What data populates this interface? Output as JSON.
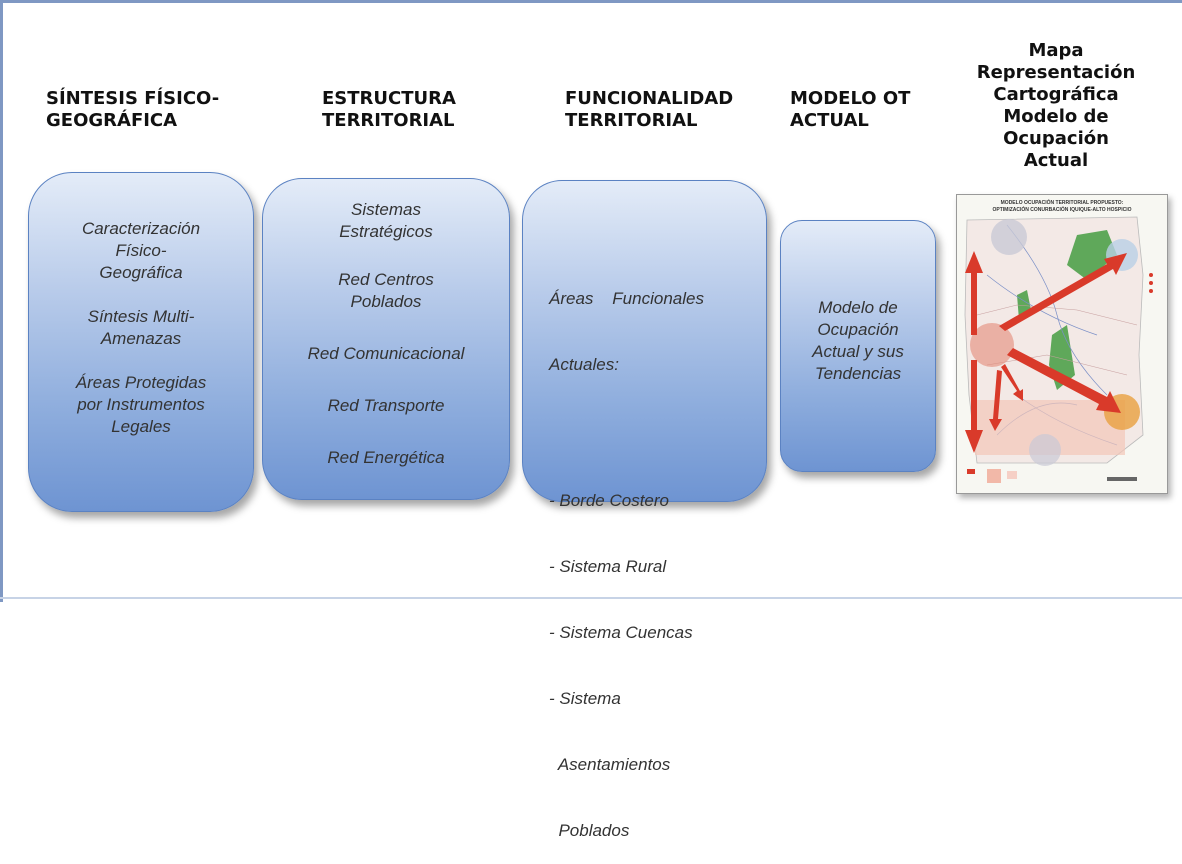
{
  "columns": [
    {
      "heading": [
        "SÍNTESIS FÍSICO-",
        "GEOGRÁFICA"
      ],
      "box_lines": [
        "Caracterización",
        "Físico-",
        "Geográfica",
        "",
        "Síntesis Multi-",
        "Amenazas",
        "",
        "Áreas Protegidas",
        "por Instrumentos",
        "Legales"
      ]
    },
    {
      "heading": [
        "ESTRUCTURA",
        "TERRITORIAL"
      ],
      "box_lines": [
        "Sistemas",
        "Estratégicos",
        "",
        "Red Centros",
        "Poblados",
        "",
        "Red Comunicacional",
        "",
        "Red Transporte",
        "",
        "Red Energética"
      ]
    },
    {
      "heading": [
        "FUNCIONALIDAD",
        "TERRITORIAL"
      ],
      "box_lines": [
        "Áreas    Funcionales",
        "Actuales:",
        "",
        "- Borde Costero",
        "- Sistema Rural",
        "- Sistema Cuencas",
        "- Sistema",
        "  Asentamientos",
        "  Poblados"
      ]
    },
    {
      "heading": [
        "MODELO OT",
        "ACTUAL"
      ],
      "box_lines": [
        "Modelo de",
        "Ocupación",
        "Actual y sus",
        "Tendencias"
      ]
    }
  ],
  "map_panel": {
    "title": [
      "Mapa",
      "Representación",
      "Cartográfica",
      "Modelo de",
      "Ocupación",
      "Actual"
    ],
    "map_heading": [
      "MODELO OCUPACIÓN TERRITORIAL PROPUESTO:",
      "OPTIMIZACIÓN CONURBACIÓN IQUIQUE-ALTO HOSPICIO"
    ],
    "arrow_color": "#d93a2a",
    "circle_color": "#e58a78"
  },
  "colors": {
    "frame": "#7f98c3",
    "box_border": "#5b82c2"
  }
}
